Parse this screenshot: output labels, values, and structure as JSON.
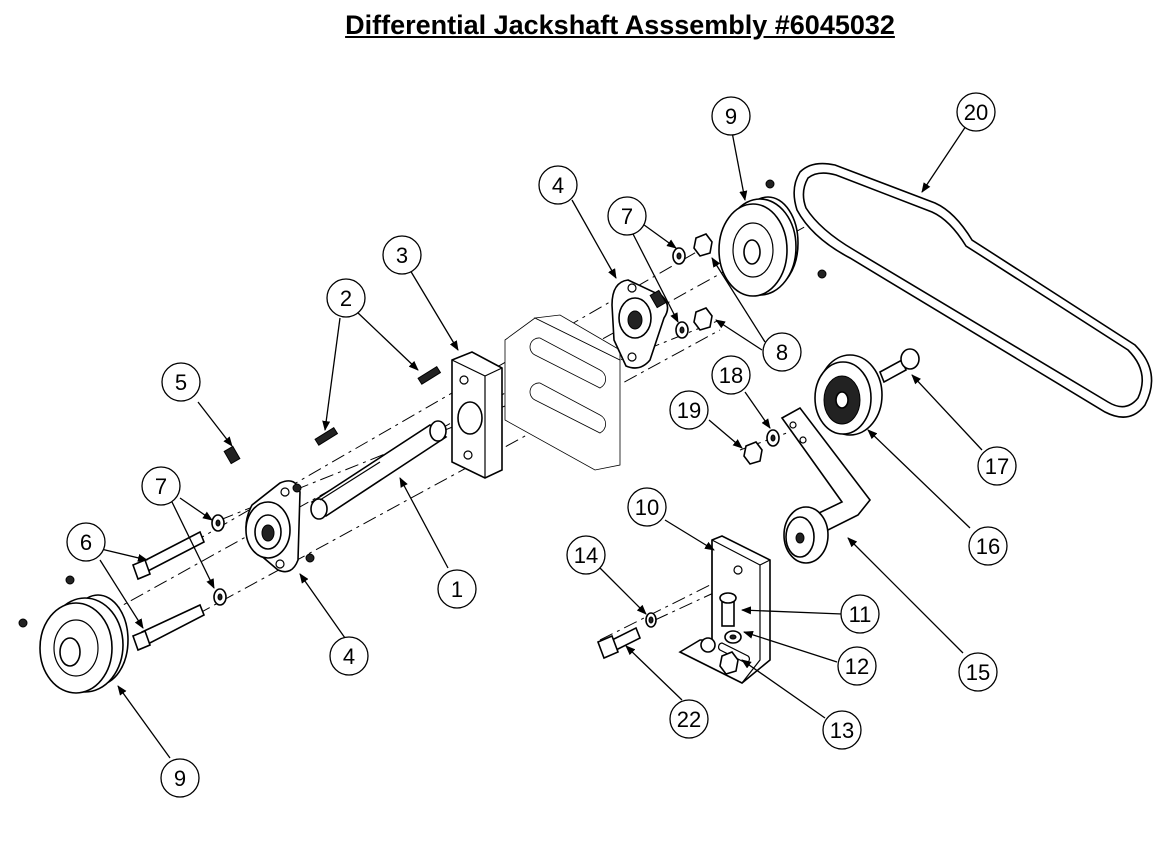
{
  "title": "Differential Jackshaft Asssembly #6045032",
  "callouts": [
    {
      "id": "c20",
      "label": "20"
    },
    {
      "id": "c9-top",
      "label": "9"
    },
    {
      "id": "c4-top",
      "label": "4"
    },
    {
      "id": "c7-top",
      "label": "7"
    },
    {
      "id": "c8",
      "label": "8"
    },
    {
      "id": "c3",
      "label": "3"
    },
    {
      "id": "c2",
      "label": "2"
    },
    {
      "id": "c5",
      "label": "5"
    },
    {
      "id": "c18",
      "label": "18"
    },
    {
      "id": "c19",
      "label": "19"
    },
    {
      "id": "c17",
      "label": "17"
    },
    {
      "id": "c16",
      "label": "16"
    },
    {
      "id": "c7-left",
      "label": "7"
    },
    {
      "id": "c10",
      "label": "10"
    },
    {
      "id": "c6",
      "label": "6"
    },
    {
      "id": "c1",
      "label": "1"
    },
    {
      "id": "c14",
      "label": "14"
    },
    {
      "id": "c11",
      "label": "11"
    },
    {
      "id": "c15",
      "label": "15"
    },
    {
      "id": "c4-bottom",
      "label": "4"
    },
    {
      "id": "c12",
      "label": "12"
    },
    {
      "id": "c22",
      "label": "22"
    },
    {
      "id": "c13",
      "label": "13"
    },
    {
      "id": "c9-bottom",
      "label": "9"
    }
  ]
}
